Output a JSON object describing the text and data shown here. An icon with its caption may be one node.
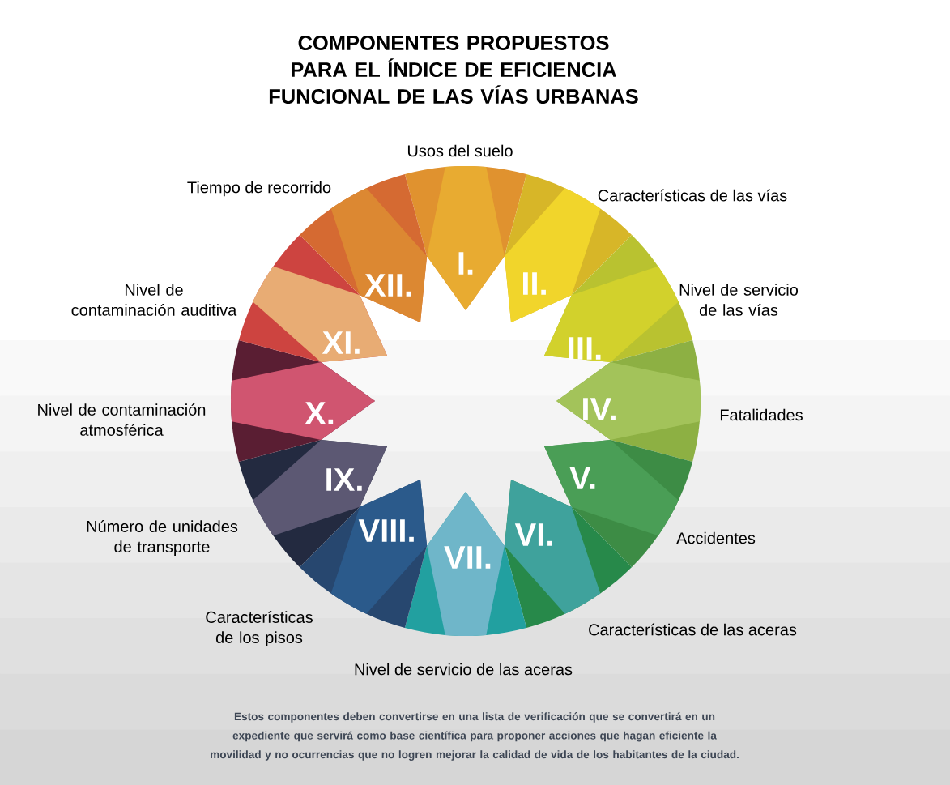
{
  "diagram": {
    "title": "COMPONENTES PROPUESTOS PARA EL ÍNDICE DE EFICIENCIA FUNCIONAL DE LAS VÍAS URBANAS",
    "nodes": [
      {
        "text": [
          "I."
        ],
        "beside": [
          "Usos del suelo"
        ]
      },
      {
        "text": [
          "II."
        ],
        "beside": [
          "Características de las vías"
        ]
      },
      {
        "text": [
          "III."
        ],
        "beside": [
          "Nivel de servicio de las vías"
        ]
      },
      {
        "text": [
          "IV."
        ],
        "beside": [
          "Fatalidades"
        ]
      },
      {
        "text": [
          "V."
        ],
        "beside": [
          "Accidentes"
        ]
      },
      {
        "text": [
          "VI."
        ],
        "beside": [
          "Características de las aceras"
        ]
      },
      {
        "text": [
          "VII."
        ],
        "beside": [
          "Nivel de servicio de las aceras"
        ]
      },
      {
        "text": [
          "VIII."
        ],
        "beside": [
          "Características de los pisos"
        ]
      },
      {
        "text": [
          "IX."
        ],
        "beside": [
          "Número de unidades de transporte"
        ]
      },
      {
        "text": [
          "X."
        ],
        "beside": [
          "Nivel de contaminación atmosférica"
        ]
      },
      {
        "text": [
          "XI."
        ],
        "beside": [
          "Nivel de contaminación auditiva"
        ]
      },
      {
        "text": [
          "XII."
        ],
        "beside": [
          "Tiempo de recorrido"
        ]
      }
    ],
    "caption": "Estos componentes deben convertirse en una lista de verificación que se convertirá en un expediente que servirá como base científica para proponer acciones que hagan eficiente la movilidad y no ocurrencias que no logren mejorar la calidad de vida de los habitantes de la ciudad."
  }
}
